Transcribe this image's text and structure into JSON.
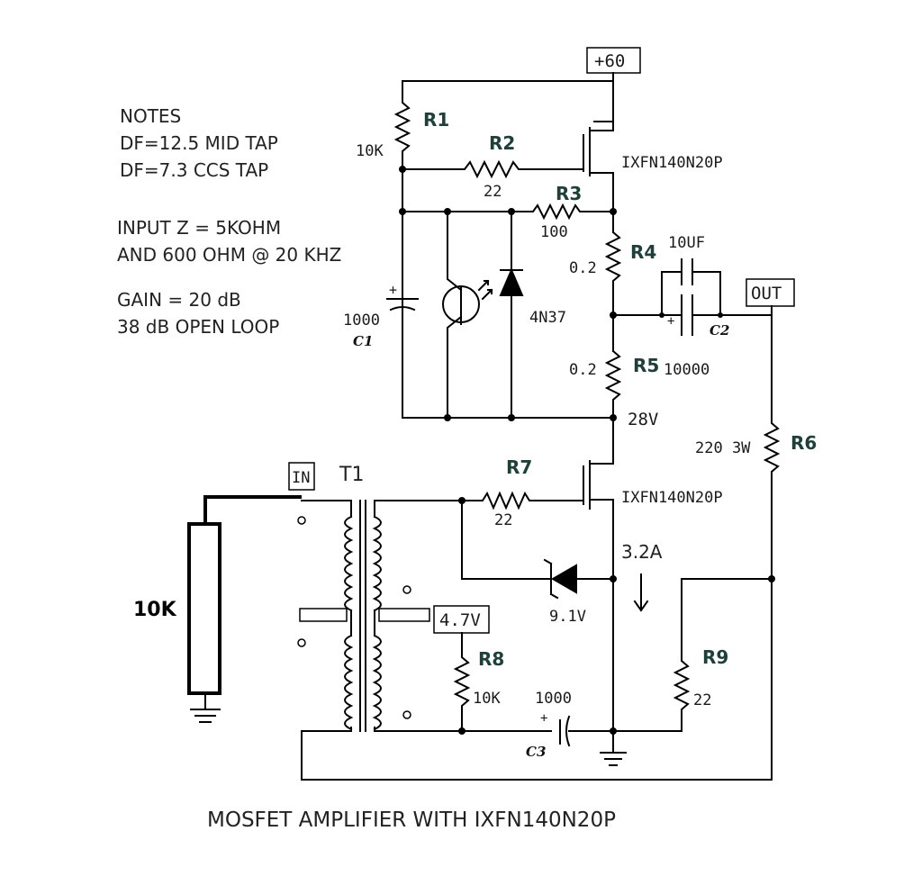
{
  "title": "MOSFET AMPLIFIER WITH IXFN140N20P",
  "notes": {
    "n1": "NOTES",
    "n2": "DF=12.5 MID TAP",
    "n3": "DF=7.3 CCS TAP",
    "n4": "INPUT Z = 5KOHM",
    "n5": "AND 600 OHM @ 20 KHZ",
    "n6": "GAIN = 20 dB",
    "n7": "38 dB OPEN LOOP"
  },
  "nodes": {
    "supply": "+60",
    "output": "OUT",
    "input": "IN",
    "bias": "4.7V",
    "mid": "28V",
    "current": "3.2A"
  },
  "parts": {
    "r1": {
      "ref": "R1",
      "value": "10K"
    },
    "r2": {
      "ref": "R2",
      "value": "22"
    },
    "r3": {
      "ref": "R3",
      "value": "100"
    },
    "r4": {
      "ref": "R4",
      "value": "0.2"
    },
    "r5": {
      "ref": "R5",
      "value": "0.2"
    },
    "r6": {
      "ref": "R6",
      "value": "220 3W"
    },
    "r7": {
      "ref": "R7",
      "value": "22"
    },
    "r8": {
      "ref": "R8",
      "value": "10K"
    },
    "r9": {
      "ref": "R9",
      "value": "22"
    },
    "c1": {
      "ref": "C1",
      "value": "1000"
    },
    "c2": {
      "ref": "C2",
      "value": "10000",
      "value_top": "10UF"
    },
    "c3": {
      "ref": "C3",
      "value": "1000"
    },
    "q1": "IXFN140N20P",
    "q2": "IXFN140N20P",
    "opto": "4N37",
    "zener": "9.1V",
    "t1": "T1",
    "rin": "10K"
  }
}
